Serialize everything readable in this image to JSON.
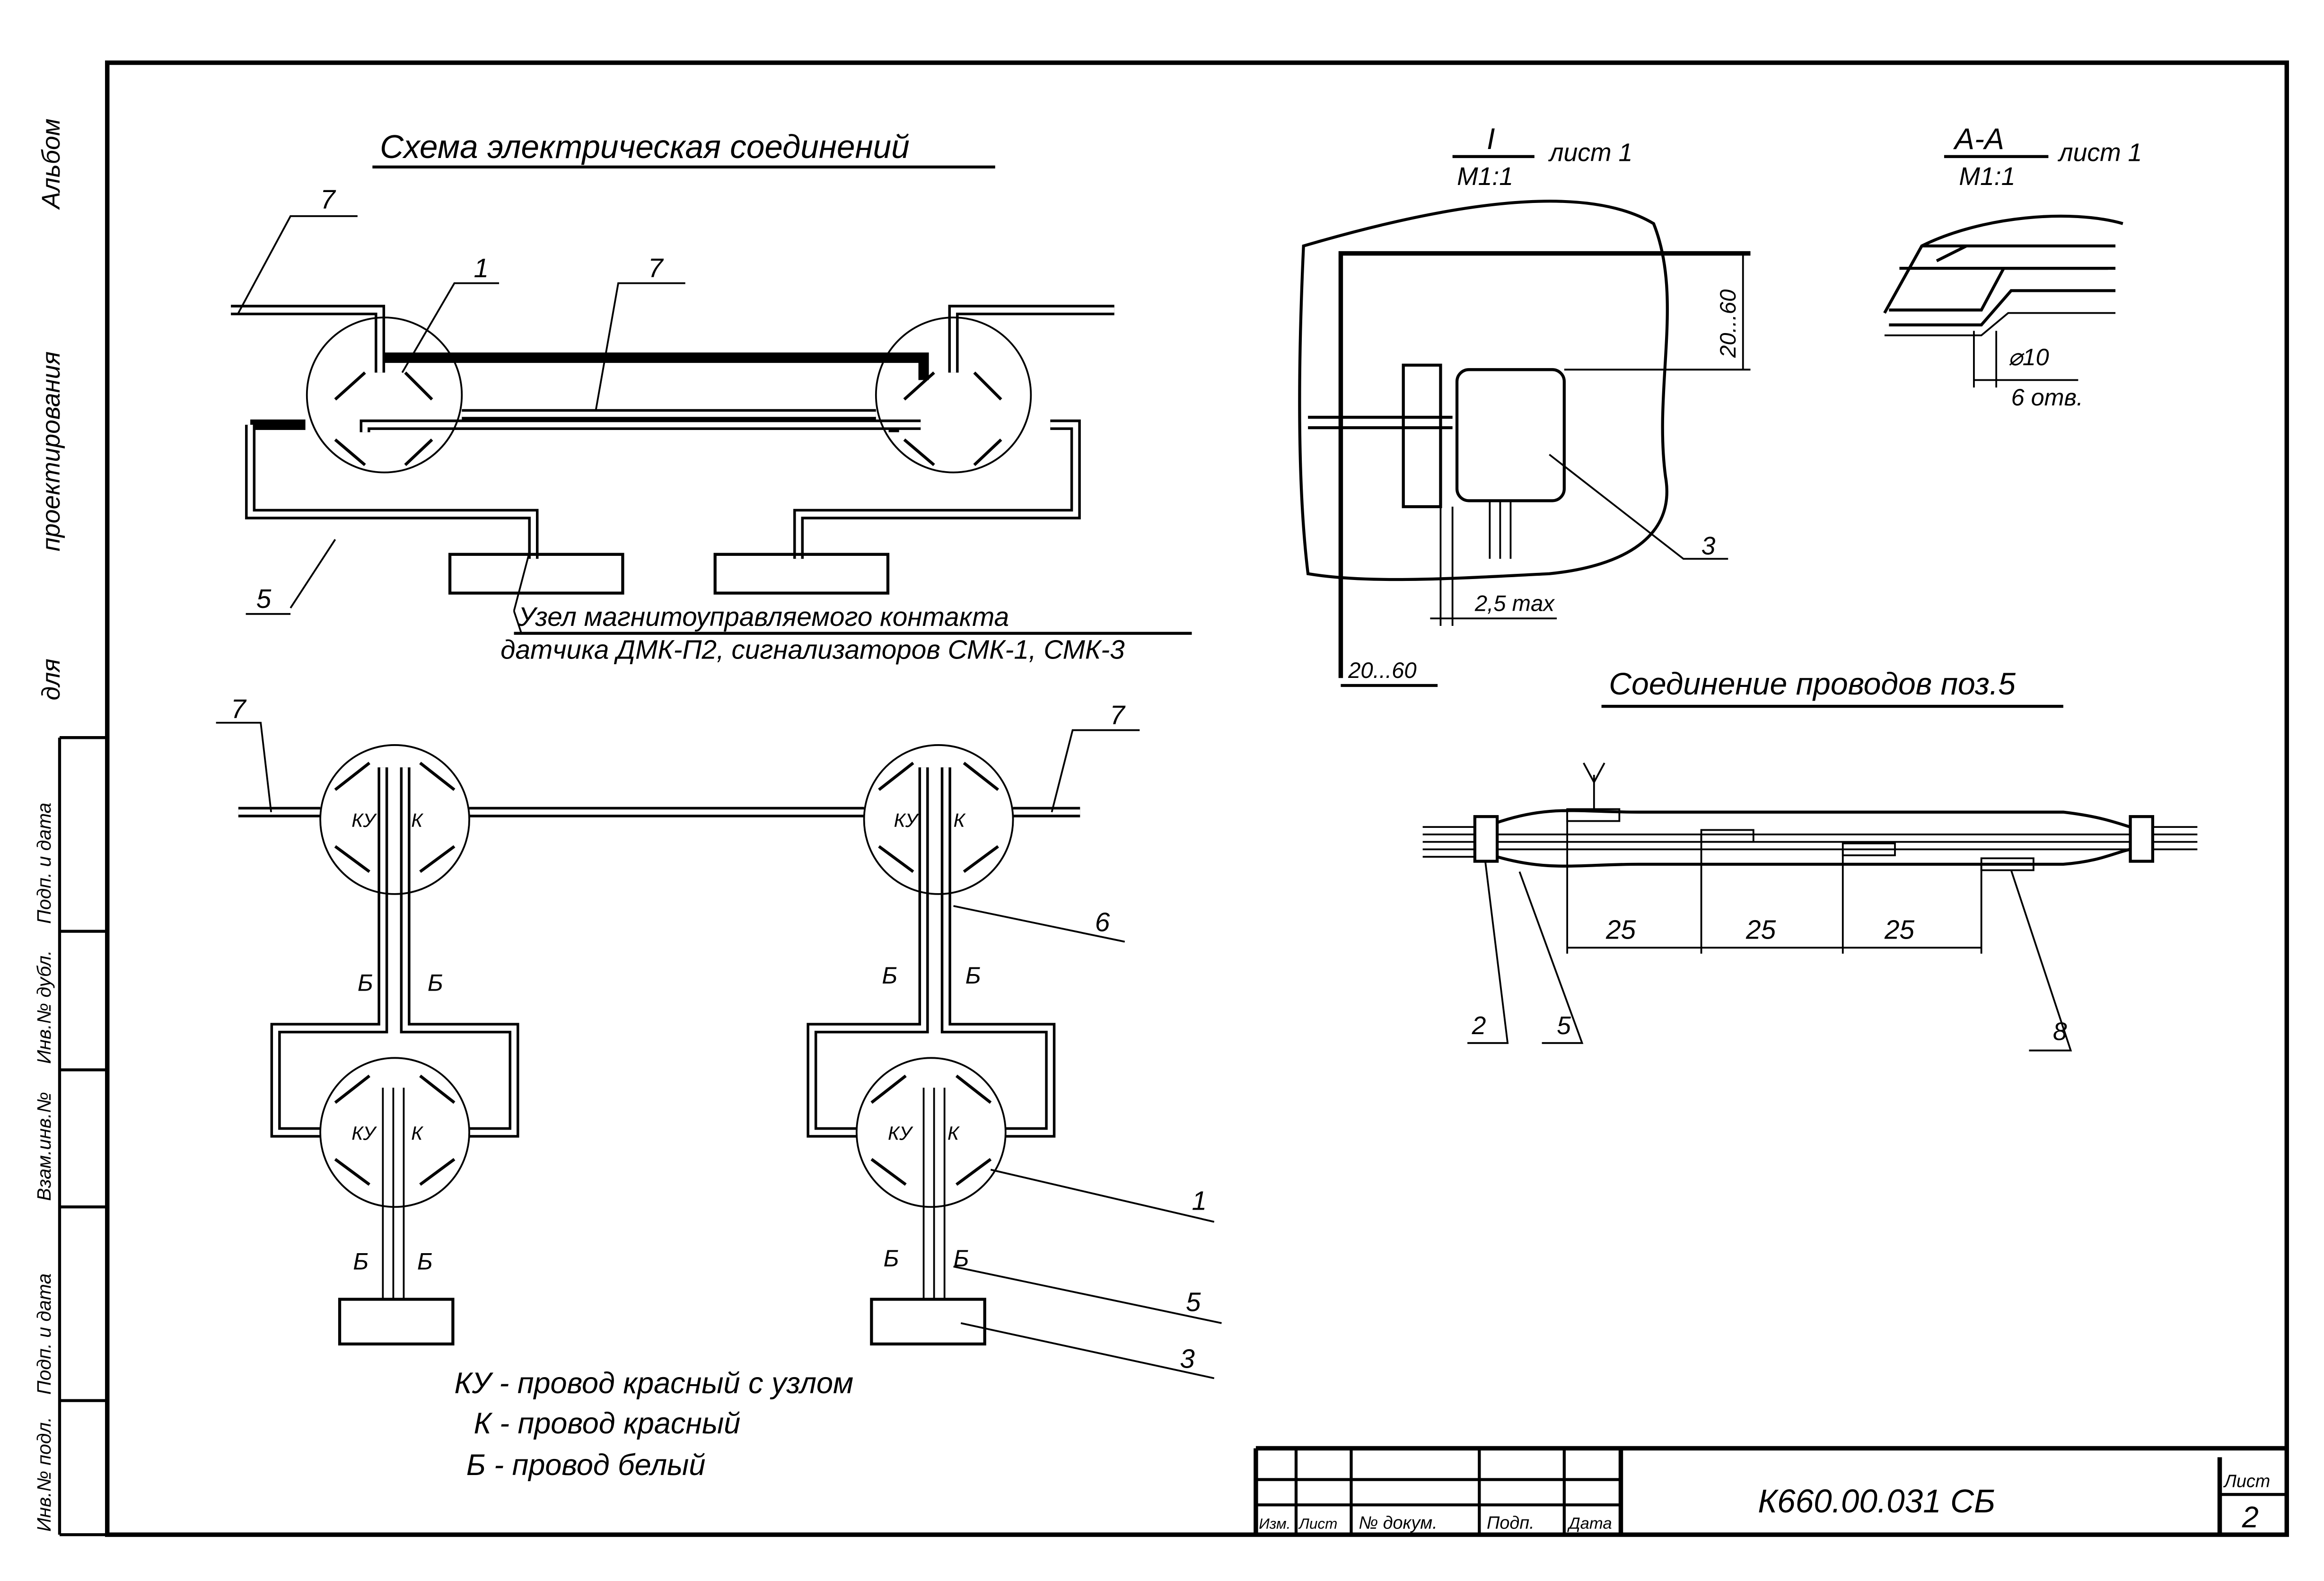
{
  "margin": {
    "album": "Альбом",
    "design": "проектирования",
    "for": "для",
    "cells": [
      "Подп. и дата",
      "Инв.№ дубл.",
      "Взам.инв.№",
      "Подп. и дата",
      "Инв.№ подл."
    ]
  },
  "scheme": {
    "title": "Схема электрическая соединений",
    "pos": {
      "p1": "1",
      "p3": "3",
      "p5": "5",
      "p6": "6",
      "p7": "7"
    },
    "node_caption_1": "Узел магнитоуправляемого контакта",
    "node_caption_2": "датчика ДМК-П2, сигнализаторов СМК-1, СМК-3",
    "wire_ku": "КУ",
    "wire_k": "К",
    "wire_b": "Б",
    "legend": [
      "КУ - провод красный с узлом",
      "К - провод красный",
      "Б - провод белый"
    ]
  },
  "detail_i": {
    "label": "I",
    "scale": "М1:1",
    "sheet": "лист 1",
    "dim_vertical": "20...60",
    "dim_horizontal": "20...60",
    "dim_gap": "2,5 max",
    "pos": "3"
  },
  "section_aa": {
    "label": "А-А",
    "scale": "М1:1",
    "sheet": "лист 1",
    "hole": "⌀10",
    "holes_count": "6 отв."
  },
  "splice": {
    "title": "Соединение проводов поз.5",
    "dims": [
      "25",
      "25",
      "25"
    ],
    "pos": [
      "2",
      "5",
      "8"
    ]
  },
  "title_block": {
    "headers": [
      "Изм.",
      "Лист",
      "№ докум.",
      "Подп.",
      "Дата"
    ],
    "doc_number": "К660.00.031 СБ",
    "sheet_label": "Лист",
    "sheet_number": "2"
  }
}
